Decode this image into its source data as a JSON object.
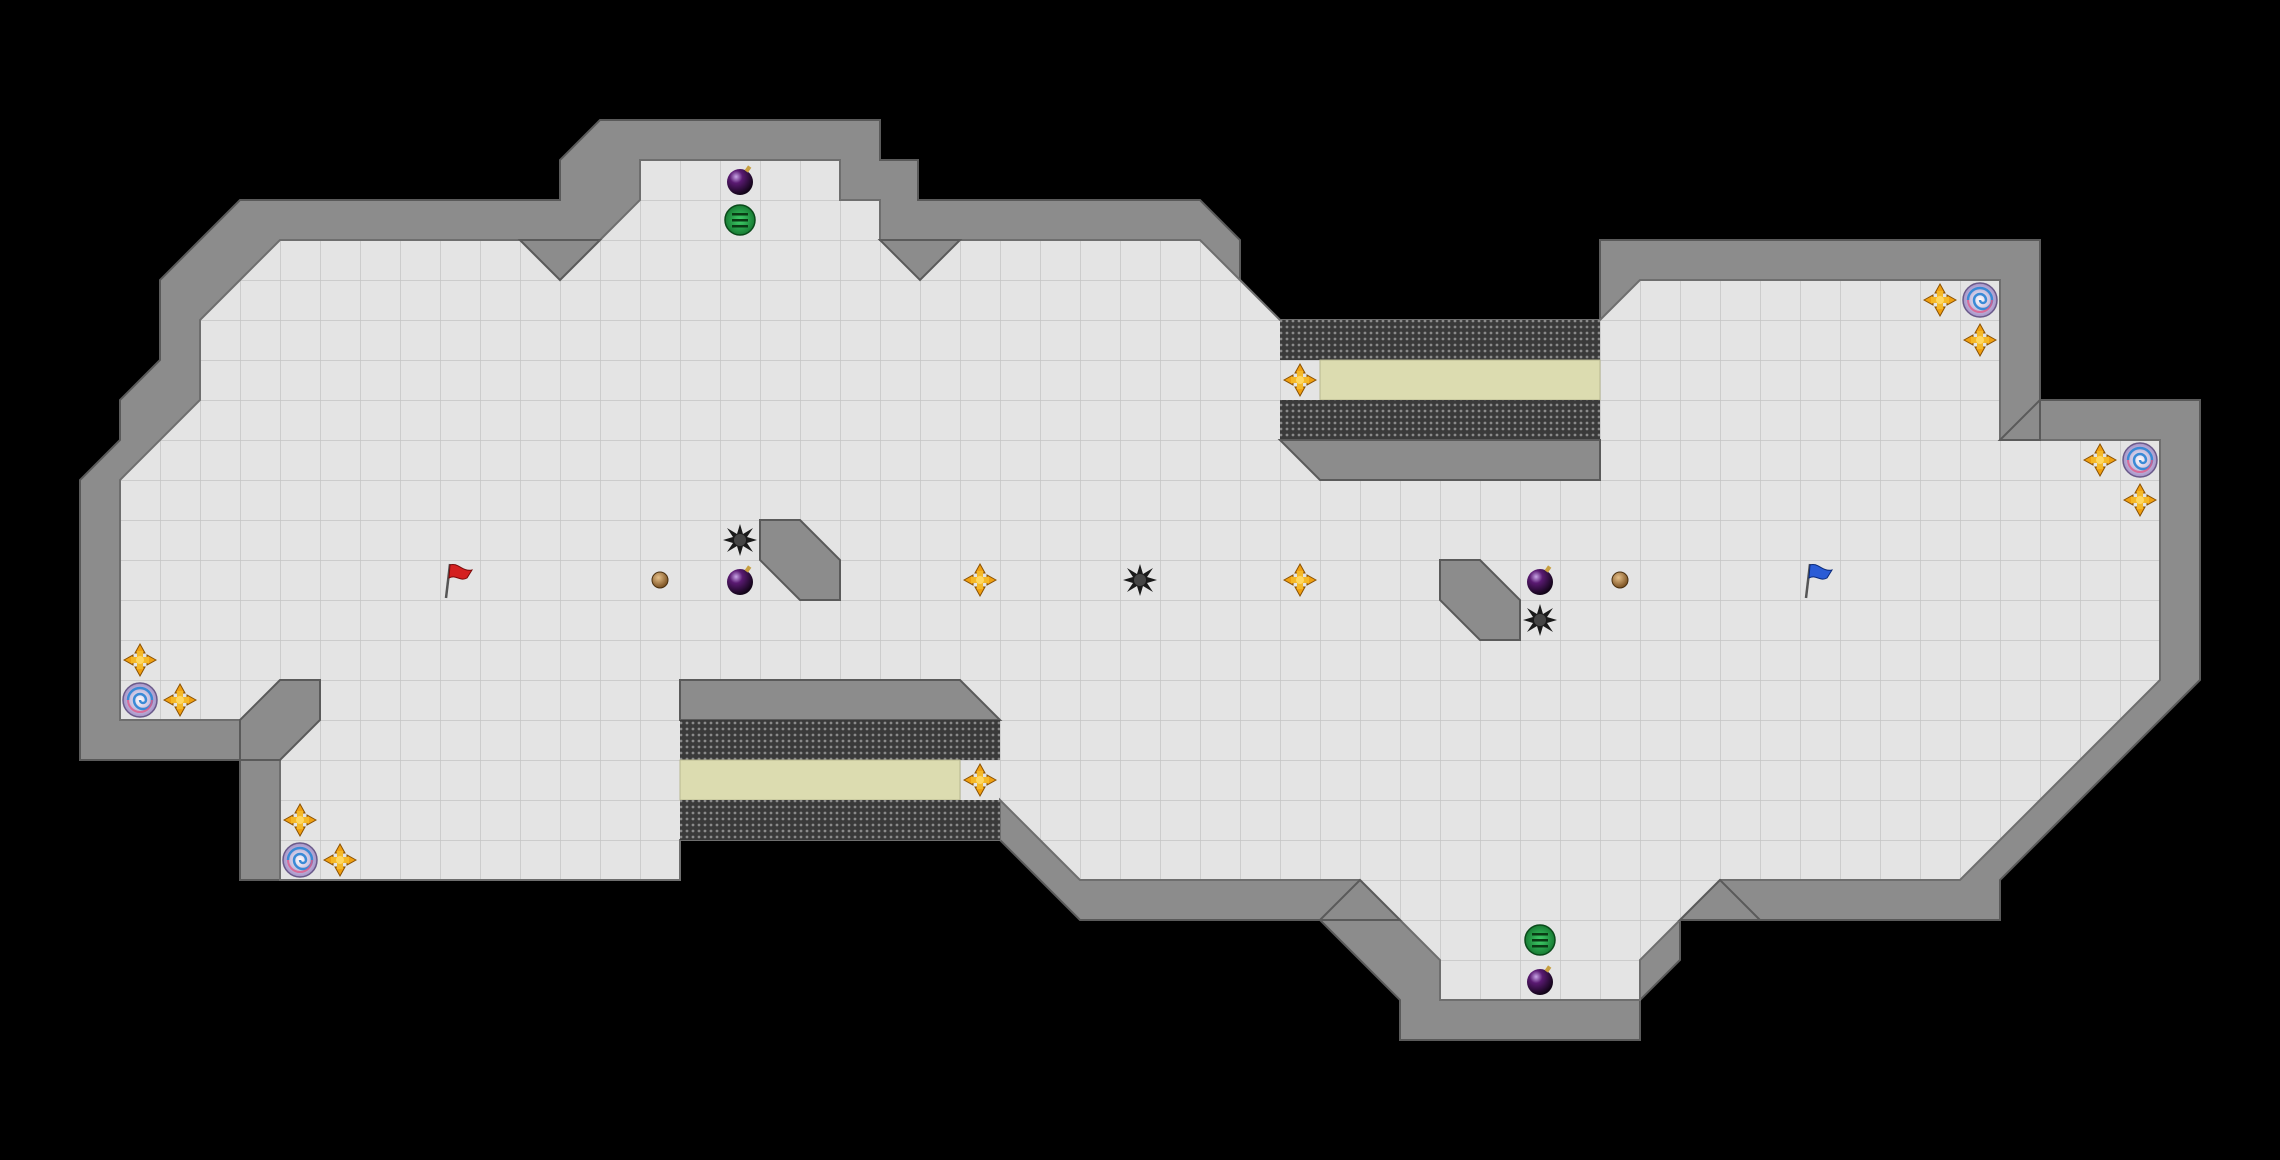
{
  "game": {
    "genre": "capture-the-flag",
    "background_color": "#000000",
    "floor_color": "#e4e4e4",
    "wall_color": "#8c8c8c",
    "gate_color": "#dcdcb0",
    "team_colors": {
      "red": "#d42020",
      "blue": "#2a5cd6"
    }
  },
  "map": {
    "flags": [
      {
        "team": "red",
        "icon": "red-flag-icon"
      },
      {
        "team": "blue",
        "icon": "blue-flag-icon"
      }
    ],
    "powerup_icons": [
      "bomb-icon",
      "spike-icon",
      "boost-icon",
      "portal-icon",
      "green-pad-icon",
      "button-icon"
    ]
  }
}
